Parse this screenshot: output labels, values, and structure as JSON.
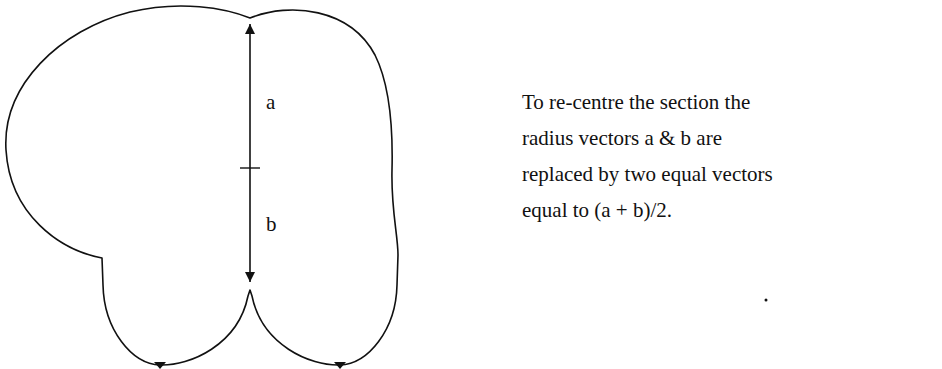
{
  "diagram": {
    "labels": [
      "a",
      "b",
      "To re-centre the section the radius vectors a & b are replaced by two equal vectors equal to (a + b)/2."
    ]
  }
}
